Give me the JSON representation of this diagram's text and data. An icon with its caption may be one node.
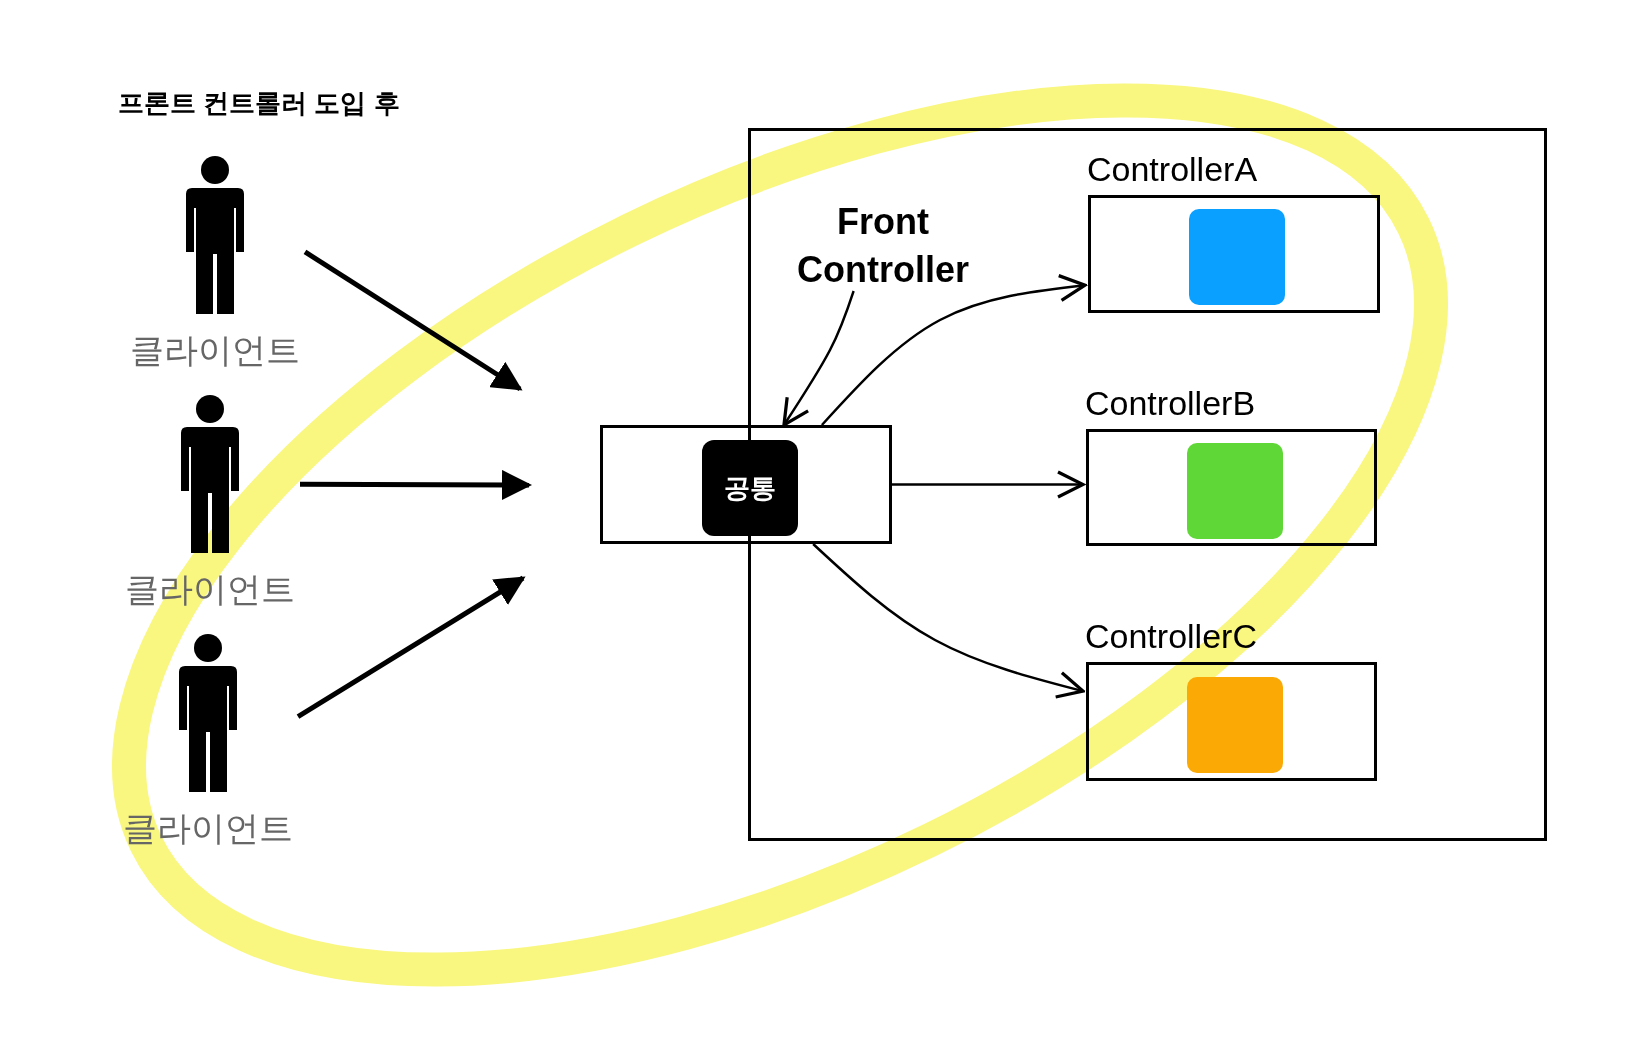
{
  "diagram": {
    "title": "프론트 컨트롤러 도입 후",
    "nodes": [
      {
        "text": [
          "클라이언트"
        ]
      },
      {
        "text": [
          "클라이언트"
        ]
      },
      {
        "text": [
          "클라이언트"
        ]
      },
      {
        "text": [],
        "shape": "box"
      },
      {
        "text": [
          "Front Controller"
        ],
        "in": 3
      },
      {
        "text": [],
        "shape": "box"
      },
      {
        "text": [
          "공통"
        ],
        "in": 5
      },
      {
        "text": [
          "ControllerA"
        ],
        "in": 3
      },
      {
        "text": [],
        "shape": "box",
        "in": 7
      },
      {
        "text": [
          "ControllerB"
        ],
        "in": 3
      },
      {
        "text": [],
        "shape": "box",
        "in": 9
      },
      {
        "text": [
          "ControllerC"
        ],
        "in": 3
      },
      {
        "text": [],
        "shape": "box",
        "in": 11
      }
    ],
    "edges": [
      {
        "from": 0,
        "to": null,
        "arrow": "to",
        "style": "thick"
      },
      {
        "from": 1,
        "to": null,
        "arrow": "to",
        "style": "thick"
      },
      {
        "from": 2,
        "to": null,
        "arrow": "to",
        "style": "thick"
      },
      {
        "from": 4,
        "to": 5,
        "arrow": "to"
      },
      {
        "from": 5,
        "to": 7,
        "arrow": "to"
      },
      {
        "from": 5,
        "to": 9,
        "arrow": "to"
      },
      {
        "from": 5,
        "to": 11,
        "arrow": "to"
      }
    ]
  }
}
